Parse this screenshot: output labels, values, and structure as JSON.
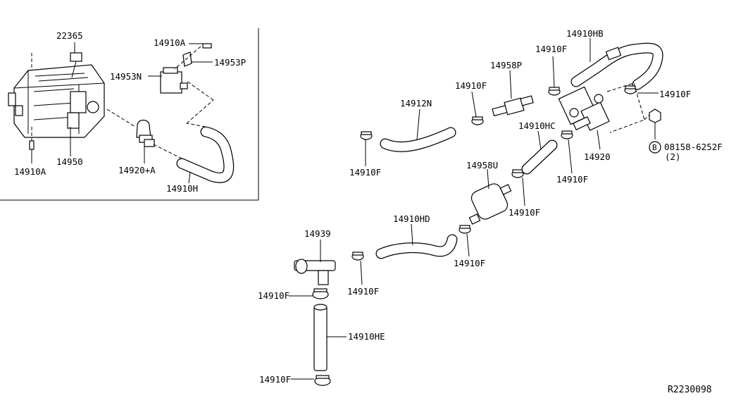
{
  "labels": {
    "p22365": "22365",
    "p14910A_top": "14910A",
    "p14953P": "14953P",
    "p14953N": "14953N",
    "p14950": "14950",
    "p14910A_bottom": "14910A",
    "p14920A": "14920+A",
    "p14910H": "14910H",
    "p14910HB": "14910HB",
    "p14910F_1": "14910F",
    "p14958P": "14958P",
    "p14910F_2": "14910F",
    "p14912N": "14912N",
    "p14910F_3": "14910F",
    "p14910HC": "14910HC",
    "p14920": "14920",
    "p14910F_4": "14910F",
    "p14910F_5": "14910F",
    "p14958U": "14958U",
    "p14910F_6": "14910F",
    "p14910HD": "14910HD",
    "p14910F_7": "14910F",
    "p14939": "14939",
    "p14910F_8": "14910F",
    "p14910F_9": "14910F",
    "p14910HE": "14910HE",
    "p14910F_10": "14910F",
    "bolt_badge": "B",
    "p08158": "08158-6252F",
    "qty": "(2)",
    "ref": "R2230098"
  }
}
